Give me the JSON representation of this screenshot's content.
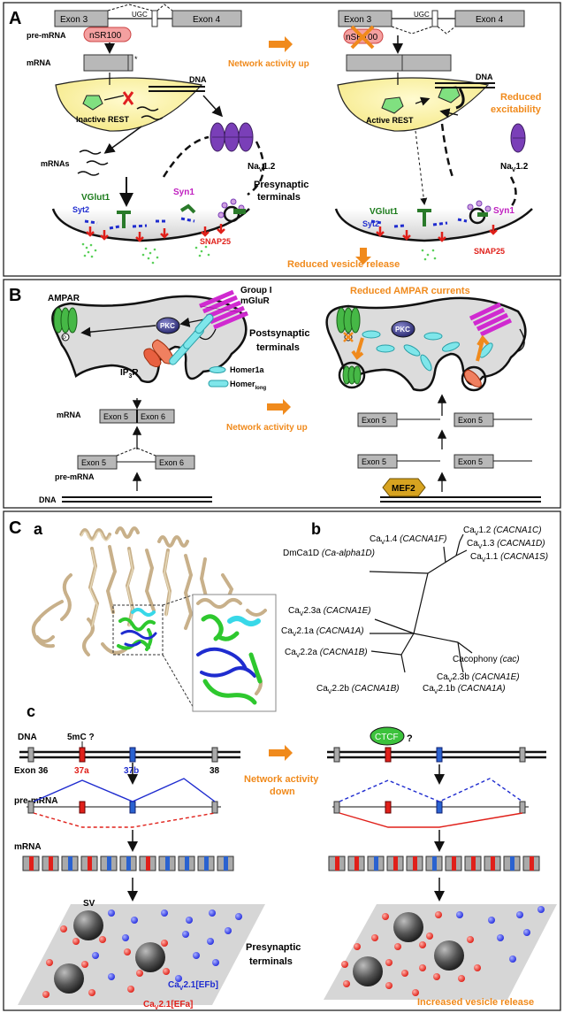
{
  "panels": {
    "a_label": "A",
    "b_label": "B",
    "c_label": "C",
    "c_sub_a": "a",
    "c_sub_b": "b",
    "c_sub_c": "c"
  },
  "panel_a": {
    "exon3": "Exon 3",
    "exon4": "Exon 4",
    "ugc": "UGC",
    "pre_mrna": "pre-mRNA",
    "nsr100": "nSR100",
    "mrna": "mRNA",
    "star": "*",
    "dna": "DNA",
    "inactive_rest": "Inactive REST",
    "active_rest": "Active REST",
    "mrnas": "mRNAs",
    "nav": "Na",
    "nav_sub": "V",
    "nav_num": "1.2",
    "network_up": "Network activity up",
    "reduced_excitability_1": "Reduced",
    "reduced_excitability_2": "excitability",
    "vglut1": "VGlut1",
    "syt2": "Syt2",
    "syn1": "Syn1",
    "snap25": "SNAP25",
    "presynaptic_1": "Presynaptic",
    "presynaptic_2": "terminals",
    "reduced_vesicle": "Reduced vesicle release"
  },
  "panel_b": {
    "ampar": "AMPAR",
    "p": "P",
    "pkc": "PKC",
    "group1_1": "Group I",
    "group1_2": "mGluR",
    "ip3r_a": "IP",
    "ip3r_sub": "3",
    "ip3r_b": "R",
    "postsynaptic_1": "Postsynaptic",
    "postsynaptic_2": "terminals",
    "homer1a": "Homer1a",
    "homer_long": "Homer",
    "homer_long_sub": "long",
    "reduced_ampar": "Reduced AMPAR currents",
    "mrna": "mRNA",
    "exon5": "Exon 5",
    "exon6": "Exon 6",
    "pre_mrna": "pre-mRNA",
    "dna": "DNA",
    "network_up": "Network activity up",
    "mef2": "MEF2"
  },
  "panel_c": {
    "tree": [
      {
        "pre": "Ca",
        "sub": "V",
        "post": "1.4 ",
        "gene": "(CACNA1F)"
      },
      {
        "pre": "Ca",
        "sub": "V",
        "post": "1.2 ",
        "gene": "(CACNA1C)"
      },
      {
        "pre": "Ca",
        "sub": "V",
        "post": "1.3 ",
        "gene": "(CACNA1D)"
      },
      {
        "pre": "Ca",
        "sub": "V",
        "post": "1.1 ",
        "gene": "(CACNA1S)"
      },
      {
        "pre": "DmCa1D ",
        "sub": "",
        "post": "",
        "gene": "(Ca-alpha1D)"
      },
      {
        "pre": "Ca",
        "sub": "V",
        "post": "2.3a ",
        "gene": "(CACNA1E)"
      },
      {
        "pre": "Ca",
        "sub": "V",
        "post": "2.1a ",
        "gene": "(CACNA1A)"
      },
      {
        "pre": "Ca",
        "sub": "V",
        "post": "2.2a ",
        "gene": "(CACNA1B)"
      },
      {
        "pre": "Cacophony ",
        "sub": "",
        "post": "",
        "gene": "(cac)"
      },
      {
        "pre": "Ca",
        "sub": "V",
        "post": "2.3b ",
        "gene": "(CACNA1E)"
      },
      {
        "pre": "Ca",
        "sub": "V",
        "post": "2.2b ",
        "gene": "(CACNA1B)"
      },
      {
        "pre": "Ca",
        "sub": "V",
        "post": "2.1b ",
        "gene": "(CACNA1A)"
      }
    ],
    "dna": "DNA",
    "fivemc": "5mC ?",
    "exon36": "Exon 36",
    "e37a": "37a",
    "e37b": "37b",
    "e38": "38",
    "ctcf": "CTCF",
    "question": "?",
    "network_down_1": "Network activity",
    "network_down_2": "down",
    "pre_mrna": "pre-mRNA",
    "mrna": "mRNA",
    "sv": "SV",
    "presynaptic_1": "Presynaptic",
    "presynaptic_2": "terminals",
    "cav_efb_pre": "Ca",
    "cav_efb_sub": "V",
    "cav_efb_post": "2.1[EFb]",
    "cav_efa_pre": "Ca",
    "cav_efa_sub": "V",
    "cav_efa_post": "2.1[EFa]",
    "increased_vesicle": "Increased vesicle release"
  },
  "colors": {
    "orange": "#f08a1c",
    "red": "#e0201a",
    "blue": "#1f2ccf",
    "green": "#2a9a2a",
    "purple": "#7a3fb8",
    "magenta": "#d02ad0",
    "cyan": "#7fe6ea",
    "grey_box": "#b8b8b8"
  }
}
